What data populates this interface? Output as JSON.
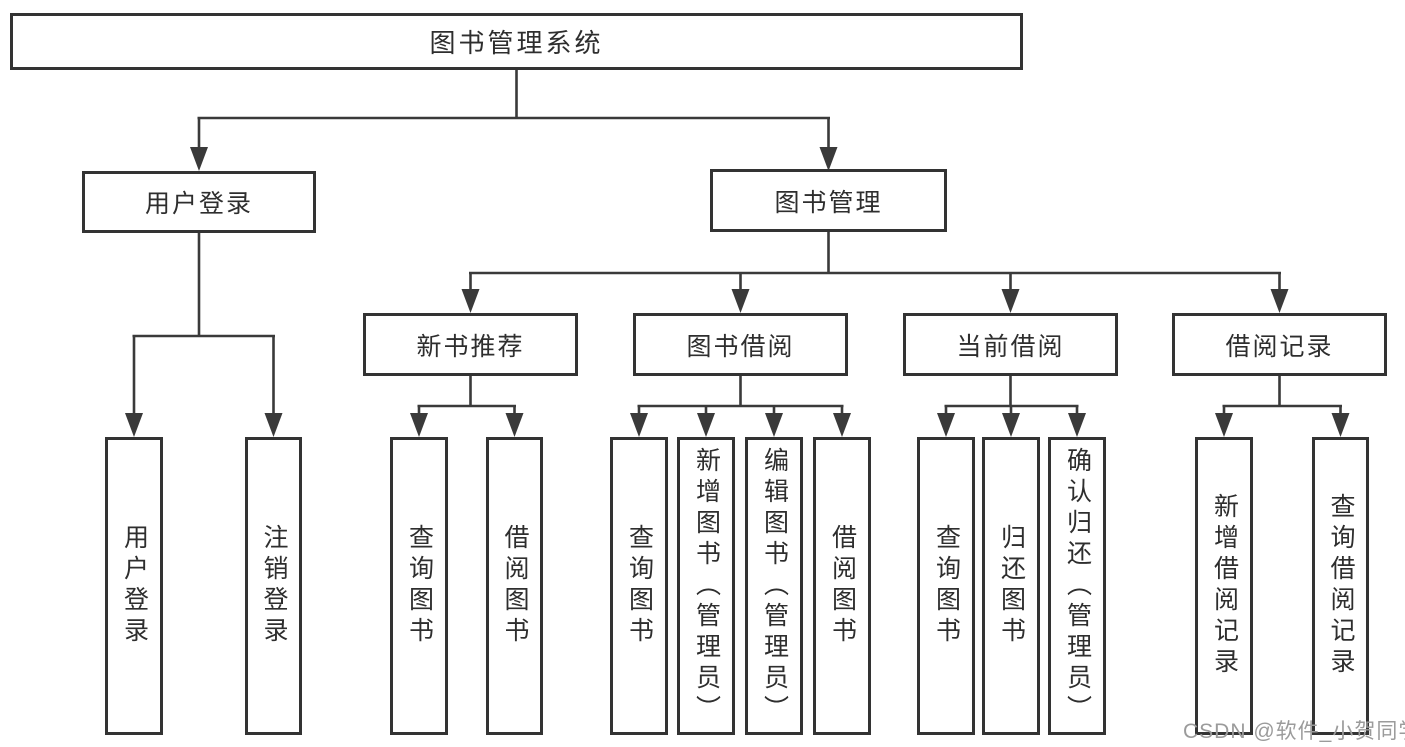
{
  "diagram": {
    "root": {
      "label": "图书管理系统"
    },
    "branches": [
      {
        "label": "用户登录",
        "leaves": [
          "用户登录",
          "注销登录"
        ]
      },
      {
        "label": "图书管理",
        "groups": [
          {
            "label": "新书推荐",
            "leaves": [
              "查询图书",
              "借阅图书"
            ]
          },
          {
            "label": "图书借阅",
            "leaves": [
              "查询图书",
              "新增图书（管理员）",
              "编辑图书（管理员）",
              "借阅图书"
            ]
          },
          {
            "label": "当前借阅",
            "leaves": [
              "查询图书",
              "归还图书",
              "确认归还（管理员）"
            ]
          },
          {
            "label": "借阅记录",
            "leaves": [
              "新增借阅记录",
              "查询借阅记录"
            ]
          }
        ]
      }
    ]
  },
  "watermark": {
    "text": "CSDN @软件_小贺同学"
  },
  "colors": {
    "background": "#ffffff",
    "box_border": "#333333",
    "connector": "#3a3a3a",
    "text": "#2e2e2e",
    "watermark": "#9b9b9b"
  }
}
